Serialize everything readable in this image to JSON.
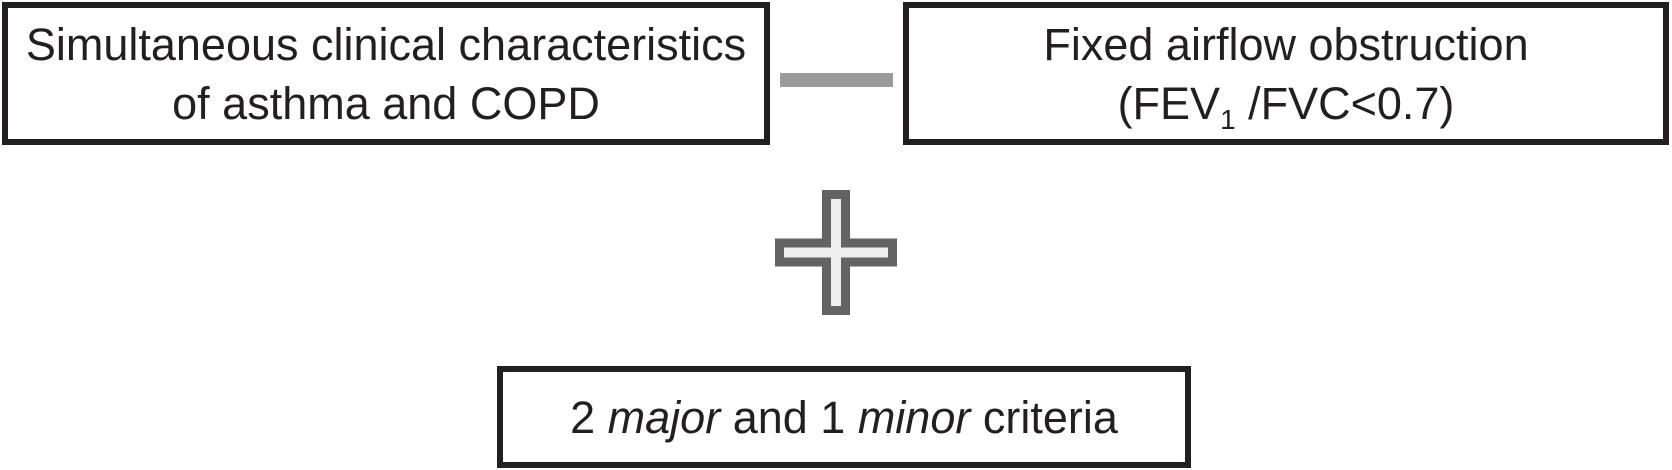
{
  "boxes": {
    "left": {
      "line1": "Simultaneous clinical characteristics",
      "line2": "of asthma and COPD"
    },
    "right": {
      "line1": "Fixed airflow obstruction",
      "formula_pre": "(FEV",
      "formula_sub": "1",
      "formula_post": " /FVC<0.7)"
    },
    "bottom": {
      "part1": "2 ",
      "major": "major",
      "part2": " and 1 ",
      "minor": "minor",
      "part3": " criteria"
    }
  },
  "icons": {
    "plus": "plus-icon",
    "connector": "horizontal-dash"
  },
  "colors": {
    "background": "#ffffff",
    "border": "#231f20",
    "text": "#231f20",
    "connector": "#9a9a9a",
    "plus_outline": "#636363",
    "plus_fill": "#eeeeee"
  }
}
